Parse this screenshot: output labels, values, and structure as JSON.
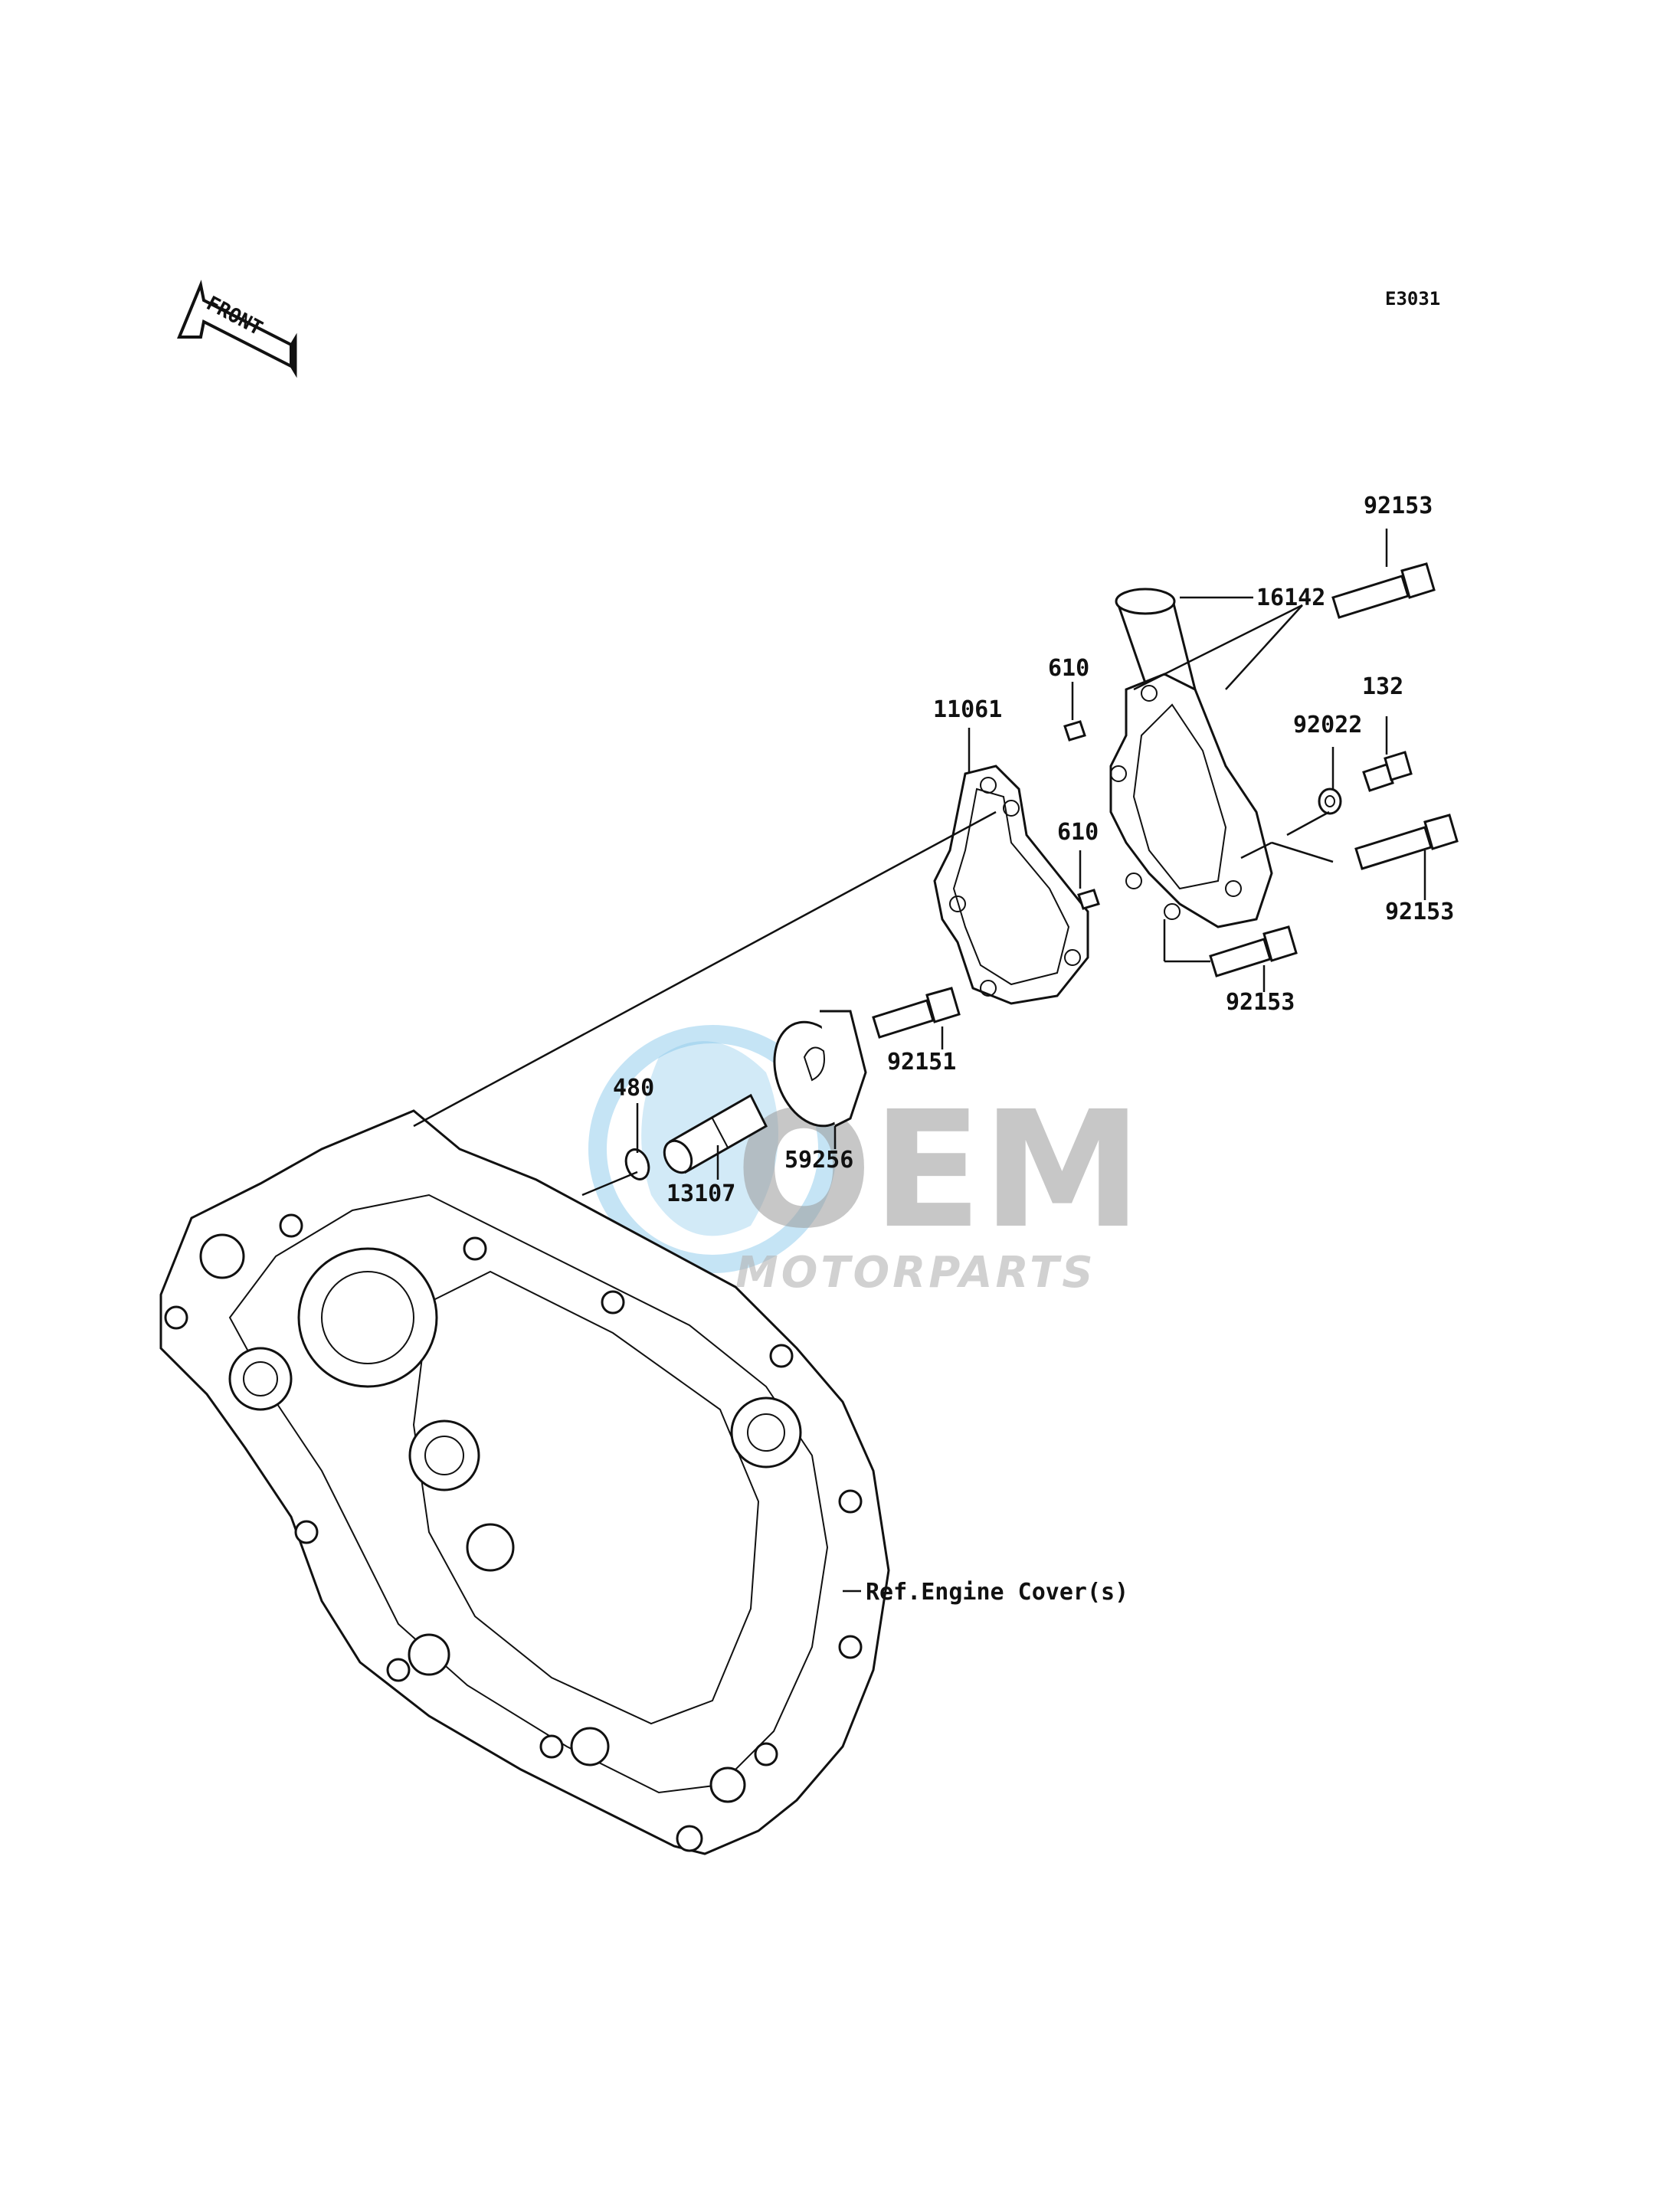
{
  "diagram_code": "E3031",
  "front_label": "FRONT",
  "watermark": {
    "main": "OEM",
    "sub": "MOTORPARTS"
  },
  "reference_label": "Ref.Engine Cover(s)",
  "parts": {
    "p92153_top": "92153",
    "p16142": "16142",
    "p610_top": "610",
    "p11061": "11061",
    "p92022": "92022",
    "p132": "132",
    "p610_mid": "610",
    "p92153_right": "92153",
    "p92153_low": "92153",
    "p92151": "92151",
    "p480": "480",
    "p59256": "59256",
    "p13107": "13107"
  },
  "colors": {
    "line": "#111111",
    "watermark_gray": "#9a9a9a",
    "watermark_blue": "#7fc3e8"
  }
}
